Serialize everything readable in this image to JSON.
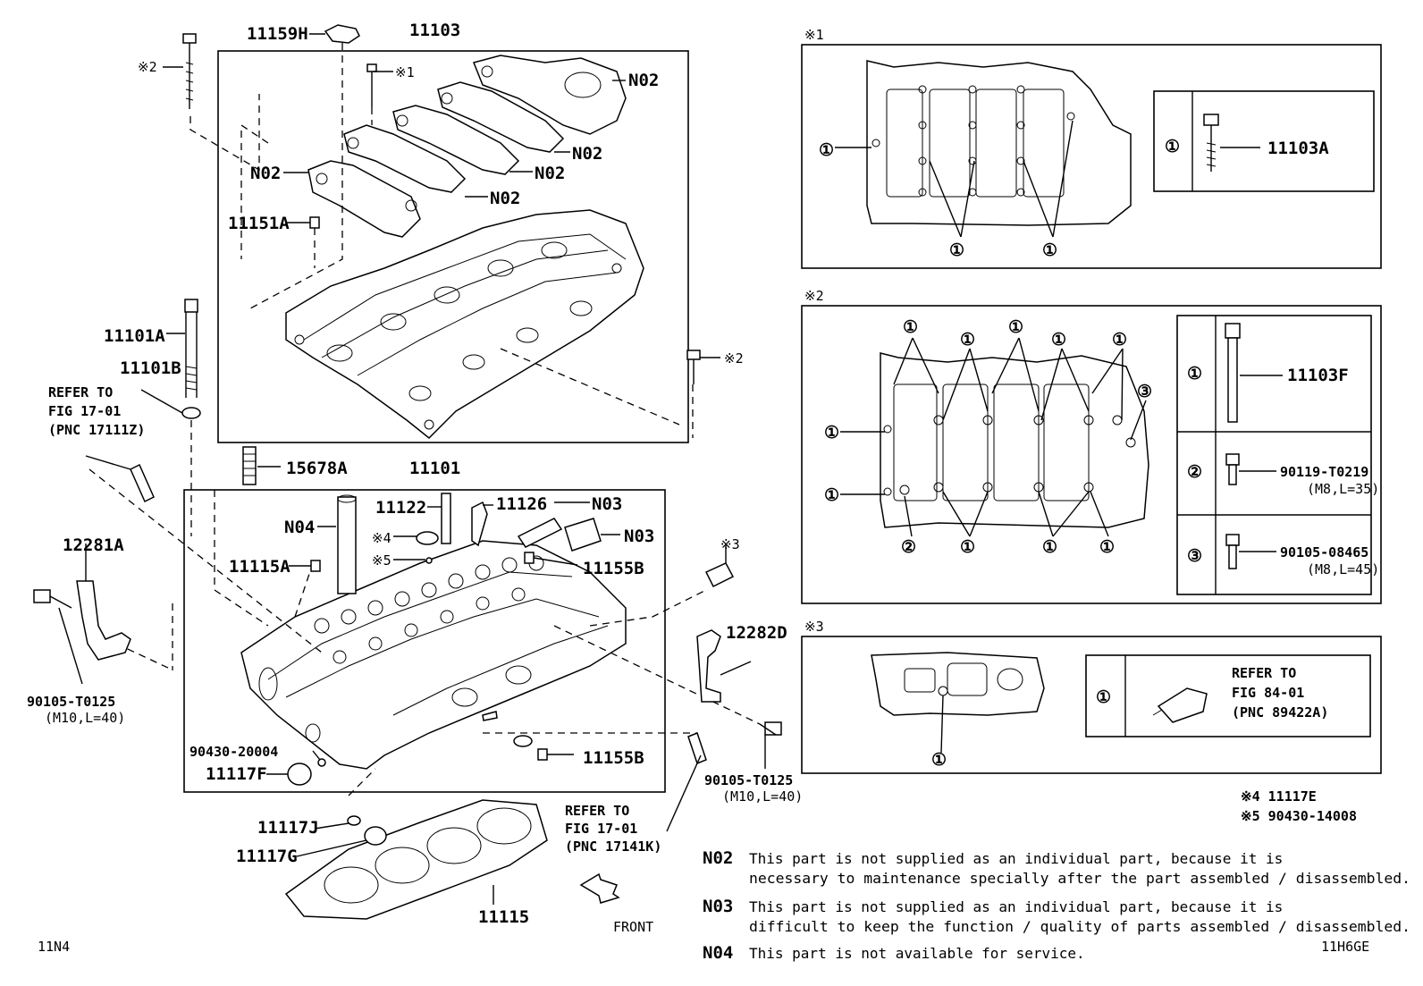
{
  "part_labels": {
    "p11159H": "11159H",
    "p11103": "11103",
    "n1": "※1",
    "n2a": "※2",
    "n2b": "※2",
    "n3": "※3",
    "n4": "※4",
    "n5": "※5",
    "N02a": "N02",
    "N02b": "N02",
    "N02c": "N02",
    "N02d": "N02",
    "N02e": "N02",
    "p11151A": "11151A",
    "p11101A": "11101A",
    "p11101B": "11101B",
    "ref1": [
      "REFER TO",
      "FIG 17-01",
      "(PNC 17111Z)"
    ],
    "p15678A": "15678A",
    "p11101": "11101",
    "p12281A": "12281A",
    "N04": "N04",
    "p11122": "11122",
    "p11126": "11126",
    "N03a": "N03",
    "N03b": "N03",
    "p11115A": "11115A",
    "p11155Ba": "11155B",
    "p11155Bb": "11155B",
    "p12282D": "12282D",
    "p90105T0125a": "90105-T0125",
    "spec_m10a": "(M10,L=40)",
    "p90430_20004": "90430-20004",
    "p11117F": "11117F",
    "p90105T0125b": "90105-T0125",
    "spec_m10b": "(M10,L=40)",
    "p11117J": "11117J",
    "p11117G": "11117G",
    "ref2": [
      "REFER TO",
      "FIG 17-01",
      "(PNC 17141K)"
    ],
    "p11115": "11115",
    "front": "FRONT",
    "code_left": "11N4",
    "code_right": "11H6GE"
  },
  "inset1": {
    "tag": "※1",
    "circle": "①",
    "part": "11103A"
  },
  "inset2": {
    "tag": "※2",
    "rows": [
      {
        "circle": "①",
        "part": "11103F",
        "spec": ""
      },
      {
        "circle": "②",
        "part": "90119-T0219",
        "spec": "(M8,L=35)"
      },
      {
        "circle": "③",
        "part": "90105-08465",
        "spec": "(M8,L=45)"
      }
    ]
  },
  "inset3": {
    "tag": "※3",
    "circle": "①",
    "ref": [
      "REFER TO",
      "FIG 84-01",
      "(PNC 89422A)"
    ]
  },
  "footnotes": {
    "f4": "※4 11117E",
    "f5": "※5 90430-14008"
  },
  "notes": [
    {
      "code": "N02",
      "line1": "This part is not supplied as an individual part, because it is",
      "line2": "necessary to maintenance specially after the part assembled / disassembled."
    },
    {
      "code": "N03",
      "line1": "This part is not supplied as an individual part, because it is",
      "line2": "difficult to keep the function / quality of parts assembled / disassembled."
    },
    {
      "code": "N04",
      "line1": "This part is not available for service.",
      "line2": ""
    }
  ]
}
